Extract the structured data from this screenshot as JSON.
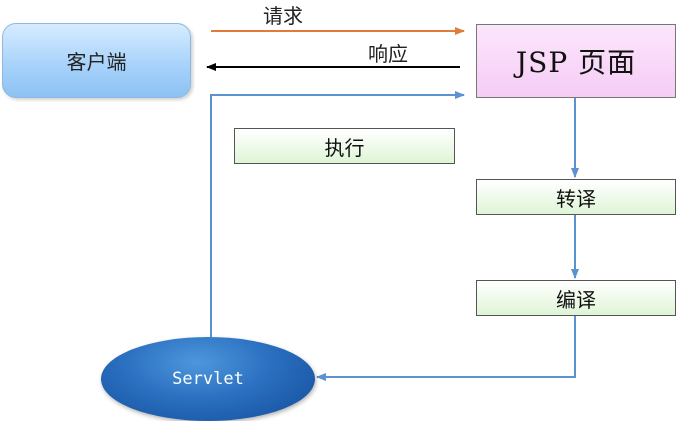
{
  "nodes": {
    "client": "客户端",
    "jsp_page": "JSP 页面",
    "execute": "执行",
    "translate": "转译",
    "compile": "编译",
    "servlet": "Servlet"
  },
  "edges": {
    "request": "请求",
    "response": "响应"
  },
  "colors": {
    "request_arrow": "#e07b39",
    "response_arrow": "#000000",
    "flow_arrow": "#5b92cf"
  }
}
